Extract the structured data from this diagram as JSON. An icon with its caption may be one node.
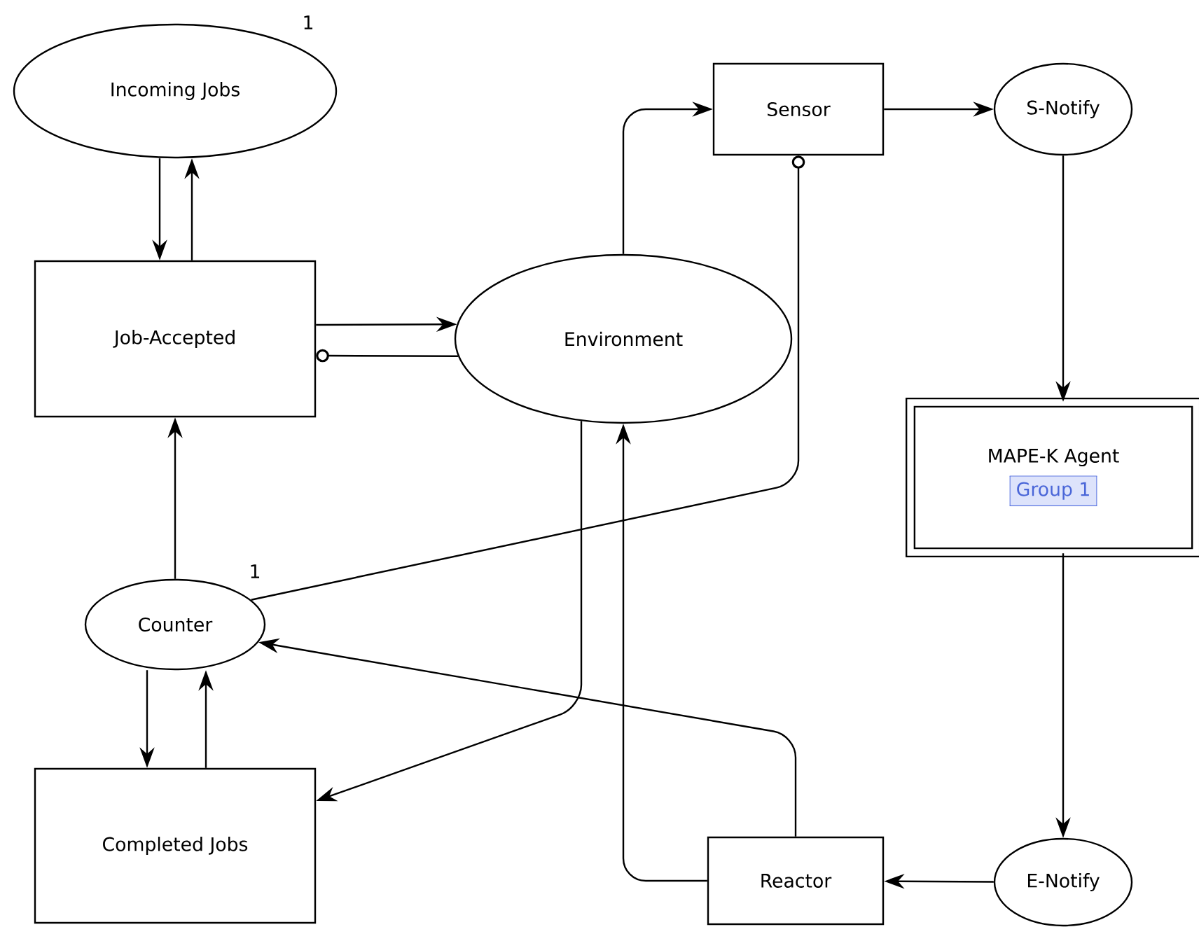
{
  "diagram": {
    "nodes": [
      {
        "text": [
          "Incoming Jobs"
        ],
        "beside": [
          "1"
        ]
      },
      {
        "text": [
          "Job-Accepted"
        ]
      },
      {
        "text": [
          "Environment"
        ]
      },
      {
        "text": [
          "Sensor"
        ]
      },
      {
        "text": [
          "S-Notify"
        ]
      },
      {
        "text": [
          "MAPE-K Agent",
          "Group 1"
        ]
      },
      {
        "text": [
          "Counter"
        ],
        "beside": [
          "1"
        ]
      },
      {
        "text": [
          "Completed Jobs"
        ]
      },
      {
        "text": [
          "Reactor"
        ]
      },
      {
        "text": [
          "E-Notify"
        ]
      }
    ],
    "edges": [
      {
        "from": 0,
        "to": 1,
        "arrow": "to"
      },
      {
        "from": 1,
        "to": 0,
        "arrow": "to"
      },
      {
        "from": 1,
        "to": 2,
        "arrow": "to"
      },
      {
        "from": 2,
        "to": 1,
        "arrow": "other"
      },
      {
        "from": 2,
        "to": 3,
        "arrow": "to"
      },
      {
        "from": 3,
        "to": 4,
        "arrow": "to"
      },
      {
        "from": 4,
        "to": 5,
        "arrow": "to"
      },
      {
        "from": 6,
        "to": 3,
        "arrow": "other"
      },
      {
        "from": 6,
        "to": 1,
        "arrow": "to"
      },
      {
        "from": 6,
        "to": 7,
        "arrow": "to"
      },
      {
        "from": 7,
        "to": 6,
        "arrow": "to"
      },
      {
        "from": 2,
        "to": 7,
        "arrow": "to"
      },
      {
        "from": 8,
        "to": 6,
        "arrow": "to"
      },
      {
        "from": 8,
        "to": 2,
        "arrow": "to"
      },
      {
        "from": 9,
        "to": 8,
        "arrow": "to"
      },
      {
        "from": 5,
        "to": 9,
        "arrow": "to"
      }
    ]
  }
}
